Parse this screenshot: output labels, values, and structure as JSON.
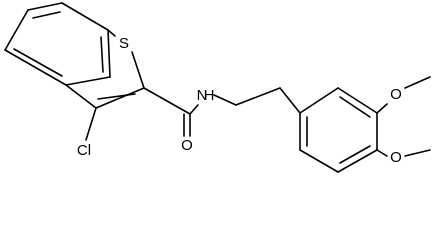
{
  "molecule": {
    "atoms": {
      "sulfur": "S",
      "chlorine": "Cl",
      "amide_nitrogen": "N",
      "amide_hydrogen": "H",
      "carbonyl_oxygen": "O",
      "methoxy_oxygen_1": "O",
      "methoxy_oxygen_2": "O"
    }
  }
}
